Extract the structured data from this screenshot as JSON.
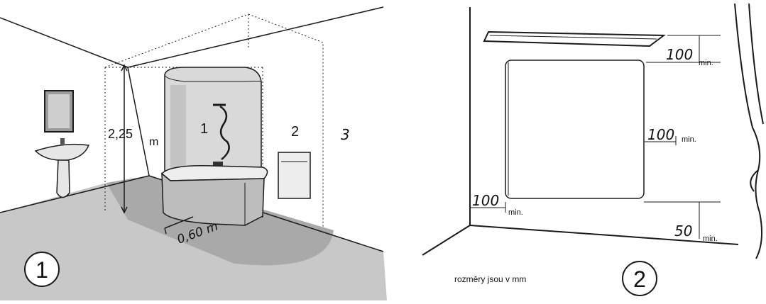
{
  "left_panel": {
    "badge_number": "1",
    "height_value": "2,25",
    "height_unit": "m",
    "width_label": "0,60 m",
    "zone_1": "1",
    "zone_2": "2",
    "zone_3": "3"
  },
  "right_panel": {
    "badge_number": "2",
    "top_clearance_value": "100",
    "top_clearance_unit": "min.",
    "side_clearance_value": "100",
    "side_clearance_unit": "min.",
    "left_clearance_value": "100",
    "left_clearance_unit": "min.",
    "floor_clearance_value": "50",
    "floor_clearance_unit": "min.",
    "units_note": "rozměry jsou v mm"
  },
  "colors": {
    "floor": "#c8c8c8",
    "zone_floor": "#a9a9a9",
    "line": "#1a1a1a",
    "background": "#ffffff"
  }
}
